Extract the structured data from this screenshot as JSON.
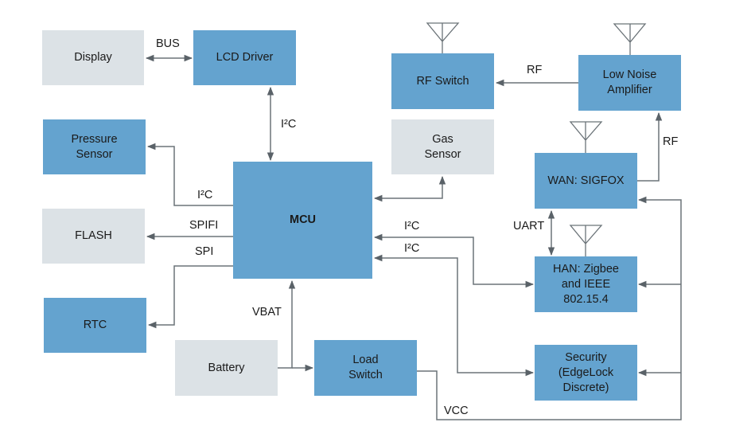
{
  "diagram": {
    "title": "",
    "colors": {
      "primary_block": "#64a3cf",
      "secondary_block": "#dce2e6",
      "connector": "#5a6268"
    },
    "blocks": {
      "display": "Display",
      "lcd_driver": "LCD Driver",
      "pressure_sensor": "Pressure\nSensor",
      "flash": "FLASH",
      "rtc": "RTC",
      "mcu": "MCU",
      "battery": "Battery",
      "load_switch": "Load\nSwitch",
      "rf_switch": "RF Switch",
      "low_noise_amplifier": "Low Noise\nAmplifier",
      "gas_sensor": "Gas\nSensor",
      "wan_sigfox": "WAN: SIGFOX",
      "han_zigbee": "HAN: Zigbee\nand IEEE\n802.15.4",
      "security": "Security\n(EdgeLock\nDiscrete)"
    },
    "connections": [
      {
        "from": "lcd_driver",
        "to": "display",
        "label": "BUS",
        "bidirectional": true
      },
      {
        "from": "mcu",
        "to": "lcd_driver",
        "label": "I²C",
        "bidirectional": true
      },
      {
        "from": "mcu",
        "to": "pressure_sensor",
        "label": "I²C",
        "bidirectional": false
      },
      {
        "from": "mcu",
        "to": "flash",
        "label": "SPIFI",
        "bidirectional": false
      },
      {
        "from": "mcu",
        "to": "rtc",
        "label": "SPI",
        "bidirectional": false
      },
      {
        "from": "battery",
        "to": "mcu",
        "label": "VBAT",
        "bidirectional": false
      },
      {
        "from": "battery",
        "to": "load_switch",
        "label": "",
        "bidirectional": false
      },
      {
        "from": "gas_sensor",
        "to": "mcu",
        "label": "",
        "bidirectional": true
      },
      {
        "from": "low_noise_amplifier",
        "to": "rf_switch",
        "label": "RF",
        "bidirectional": false
      },
      {
        "from": "wan_sigfox",
        "to": "low_noise_amplifier",
        "label": "RF",
        "bidirectional": false
      },
      {
        "from": "wan_sigfox",
        "to": "han_zigbee",
        "label": "UART",
        "bidirectional": true
      },
      {
        "from": "han_zigbee",
        "to": "mcu",
        "label": "I²C",
        "bidirectional": true
      },
      {
        "from": "security",
        "to": "mcu",
        "label": "I²C",
        "bidirectional": true
      },
      {
        "from": "load_switch",
        "to": "wan_sigfox",
        "label": "VCC",
        "bidirectional": false
      },
      {
        "from": "load_switch",
        "to": "han_zigbee",
        "label": "VCC",
        "bidirectional": false
      },
      {
        "from": "load_switch",
        "to": "security",
        "label": "VCC",
        "bidirectional": false
      }
    ],
    "labels": {
      "bus": "BUS",
      "i2c_lcd": "I²C",
      "i2c_pressure": "I²C",
      "spifi": "SPIFI",
      "spi": "SPI",
      "vbat": "VBAT",
      "rf_lna_switch": "RF",
      "rf_wan_lna": "RF",
      "uart": "UART",
      "i2c_han": "I²C",
      "i2c_security": "I²C",
      "vcc": "VCC"
    },
    "antennas": [
      "rf_switch",
      "low_noise_amplifier",
      "wan_sigfox",
      "han_zigbee"
    ]
  }
}
